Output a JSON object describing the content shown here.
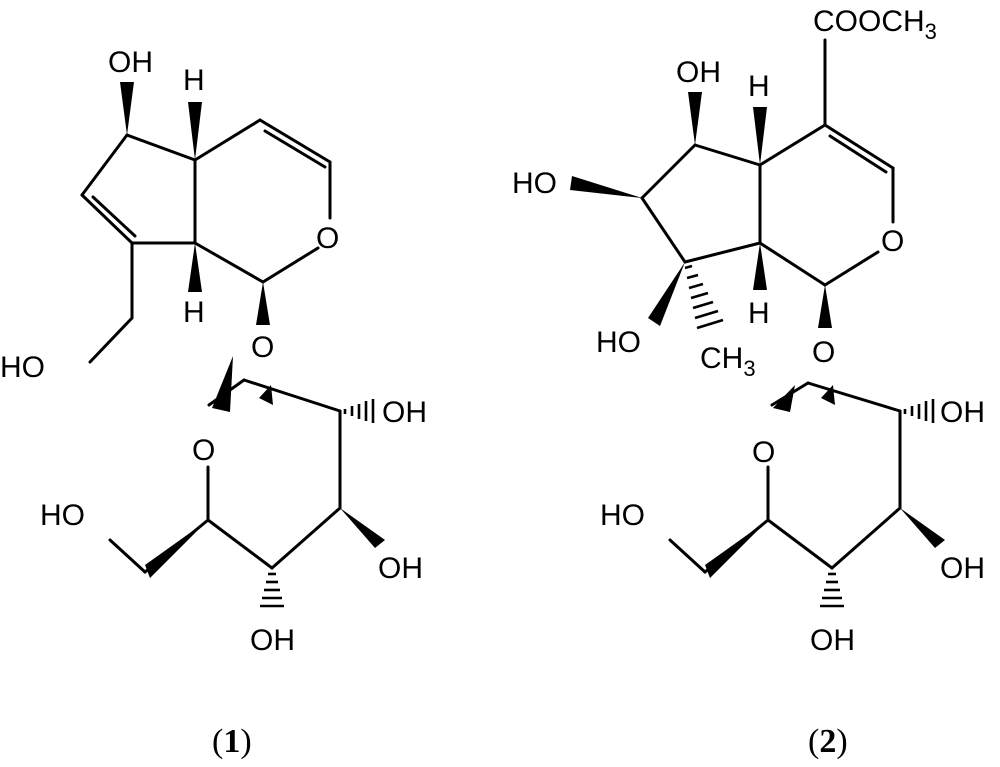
{
  "compounds": [
    {
      "id": "1",
      "caption": {
        "open": "(",
        "number": "1",
        "close": ")"
      },
      "labels": {
        "oh_top": "OH",
        "h_top": "H",
        "o_ring": "O",
        "h_bottom": "H",
        "ho_left": "HO",
        "o_link": "O",
        "o_sugar": "O",
        "oh_sugar_right": "OH",
        "ho_sugar_left": "HO",
        "oh_sugar_lower_right": "OH",
        "oh_sugar_bottom": "OH"
      }
    },
    {
      "id": "2",
      "caption": {
        "open": "(",
        "number": "2",
        "close": ")"
      },
      "labels": {
        "ester_main": "COOCH",
        "ester_sub": "3",
        "oh_top": "OH",
        "h_top": "H",
        "ho_mid": "HO",
        "o_ring": "O",
        "ho_bottom": "HO",
        "ch3_main": "CH",
        "ch3_sub": "3",
        "h_bottom": "H",
        "o_link": "O",
        "o_sugar": "O",
        "oh_sugar_right": "OH",
        "ho_sugar_left": "HO",
        "oh_sugar_lower_right": "OH",
        "oh_sugar_bottom": "OH"
      }
    }
  ]
}
